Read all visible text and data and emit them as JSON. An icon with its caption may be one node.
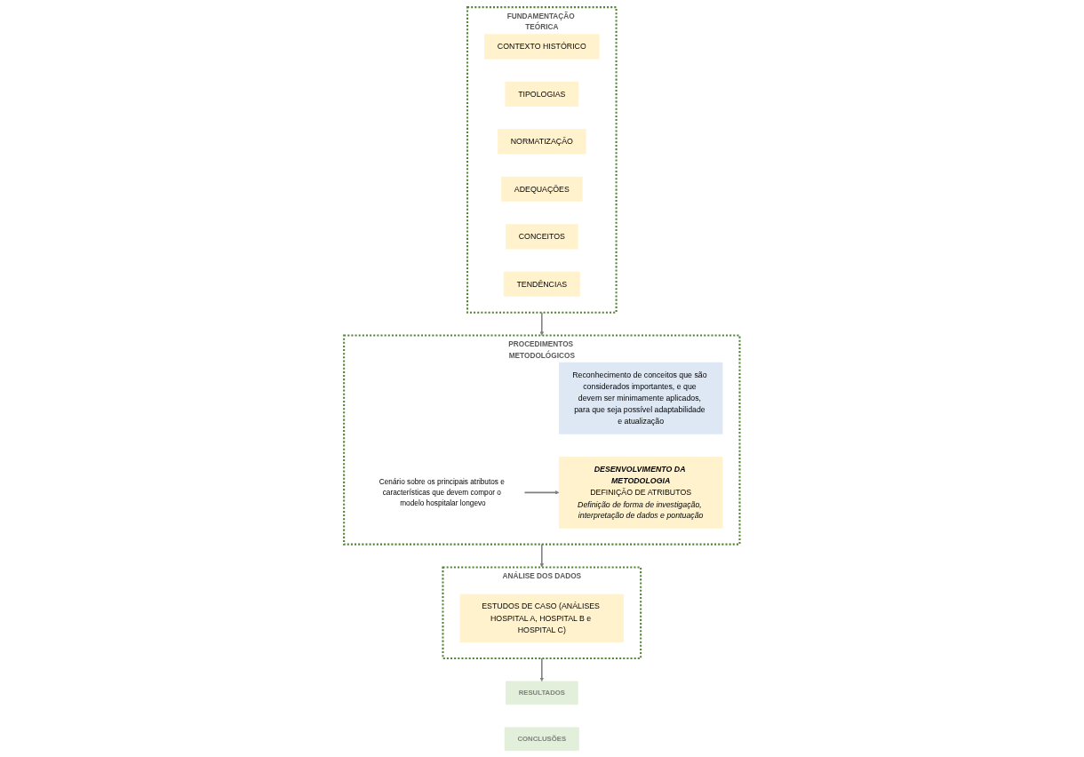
{
  "diagram": {
    "nodes": [
      {
        "text": [
          "FUNDAMENTAÇÃO TEÓRICA"
        ]
      },
      {
        "text": [
          "CONTEXTO HISTÓRICO"
        ],
        "in": 0
      },
      {
        "text": [
          "TIPOLOGIAS"
        ],
        "in": 0
      },
      {
        "text": [
          "NORMATIZAÇÃO"
        ],
        "in": 0
      },
      {
        "text": [
          "ADEQUAÇÕES"
        ],
        "in": 0
      },
      {
        "text": [
          "CONCEITOS"
        ],
        "in": 0
      },
      {
        "text": [
          "TENDÊNCIAS"
        ],
        "in": 0
      },
      {
        "text": [
          "PROCEDIMENTOS METODOLÓGICOS"
        ]
      },
      {
        "text": [
          "Reconhecimento de conceitos que são considerados importantes, e que devem ser minimamente aplicados, para que seja possível adaptabilidade e atualização"
        ],
        "in": 7
      },
      {
        "text": [
          "Cenário sobre os principais atributos e características que devem compor o modelo hospitalar longevo"
        ],
        "in": 7
      },
      {
        "text": [
          "DESENVOLVIMENTO DA METODOLOGIA",
          "DEFINIÇÃO DE ATRIBUTOS",
          "Definição de forma de investigação, interpretação de dados e pontuação"
        ],
        "in": 7
      },
      {
        "text": [
          "ANÁLISE DOS DADOS"
        ]
      },
      {
        "text": [
          "ESTUDOS DE CASO (ANÁLISES HOSPITAL A, HOSPITAL B e HOSPITAL C)"
        ],
        "in": 11
      },
      {
        "text": [
          "RESULTADOS"
        ]
      },
      {
        "text": [
          "CONCLUSÕES"
        ]
      }
    ],
    "edges": [
      {
        "from": 0,
        "to": 7,
        "arrow": "to"
      },
      {
        "from": 9,
        "to": 10,
        "arrow": "to"
      },
      {
        "from": 7,
        "to": 11,
        "arrow": "to"
      },
      {
        "from": 11,
        "to": 13,
        "arrow": "to"
      }
    ]
  }
}
